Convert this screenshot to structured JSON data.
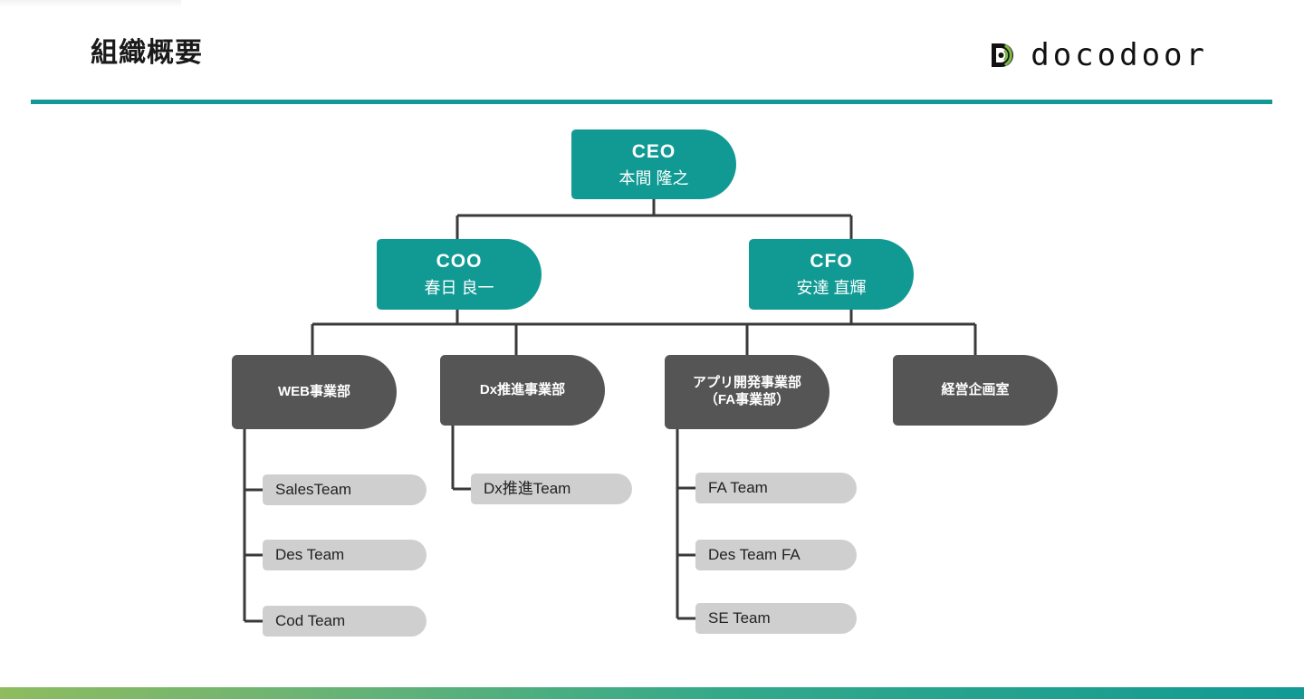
{
  "header": {
    "title": "組織概要",
    "brand_name": "docodoor",
    "brand_icon": "docodoor-d-mark",
    "rule_color": "#119a94"
  },
  "footer": {
    "gradient_from": "#8ebc5f",
    "gradient_to": "#119a94"
  },
  "colors": {
    "exec_fill": "#119a94",
    "dept_fill": "#555555",
    "team_fill": "#cfcfcf",
    "connector": "#3a3a3a",
    "title_text": "#1a1a1a"
  },
  "chart_data": {
    "type": "diagram",
    "title": "組織概要",
    "levels": [
      "executive",
      "department",
      "team"
    ],
    "nodes": [
      {
        "id": "ceo",
        "level": "executive",
        "role": "CEO",
        "person": "本間 隆之",
        "parent": null
      },
      {
        "id": "coo",
        "level": "executive",
        "role": "COO",
        "person": "春日 良一",
        "parent": "ceo"
      },
      {
        "id": "cfo",
        "level": "executive",
        "role": "CFO",
        "person": "安達 直輝",
        "parent": "ceo"
      },
      {
        "id": "web",
        "level": "department",
        "label": "WEB事業部",
        "label2": "",
        "parent": "coo"
      },
      {
        "id": "dx",
        "level": "department",
        "label": "Dx推進事業部",
        "label2": "",
        "parent": "coo"
      },
      {
        "id": "app",
        "level": "department",
        "label": "アプリ開発事業部",
        "label2": "（FA事業部）",
        "parent": "coo"
      },
      {
        "id": "kikaku",
        "level": "department",
        "label": "経営企画室",
        "label2": "",
        "parent": "cfo"
      },
      {
        "id": "sales",
        "level": "team",
        "label": "SalesTeam",
        "parent": "web"
      },
      {
        "id": "des",
        "level": "team",
        "label": "Des Team",
        "parent": "web"
      },
      {
        "id": "cod",
        "level": "team",
        "label": "Cod Team",
        "parent": "web"
      },
      {
        "id": "dxteam",
        "level": "team",
        "label": "Dx推進Team",
        "parent": "dx"
      },
      {
        "id": "fa",
        "level": "team",
        "label": "FA Team",
        "parent": "app"
      },
      {
        "id": "desfa",
        "level": "team",
        "label": "Des Team FA",
        "parent": "app"
      },
      {
        "id": "se",
        "level": "team",
        "label": "SE Team",
        "parent": "app"
      }
    ],
    "executives": [
      {
        "role": "CEO",
        "person": "本間 隆之"
      },
      {
        "role": "COO",
        "person": "春日 良一"
      },
      {
        "role": "CFO",
        "person": "安達 直輝"
      }
    ],
    "departments": [
      {
        "label": "WEB事業部",
        "label2": ""
      },
      {
        "label": "Dx推進事業部",
        "label2": ""
      },
      {
        "label": "アプリ開発事業部",
        "label2": "（FA事業部）"
      },
      {
        "label": "経営企画室",
        "label2": ""
      }
    ],
    "teams": [
      {
        "label": "SalesTeam"
      },
      {
        "label": "Des Team"
      },
      {
        "label": "Cod Team"
      },
      {
        "label": "Dx推進Team"
      },
      {
        "label": "FA Team"
      },
      {
        "label": "Des Team FA"
      },
      {
        "label": "SE Team"
      }
    ]
  }
}
